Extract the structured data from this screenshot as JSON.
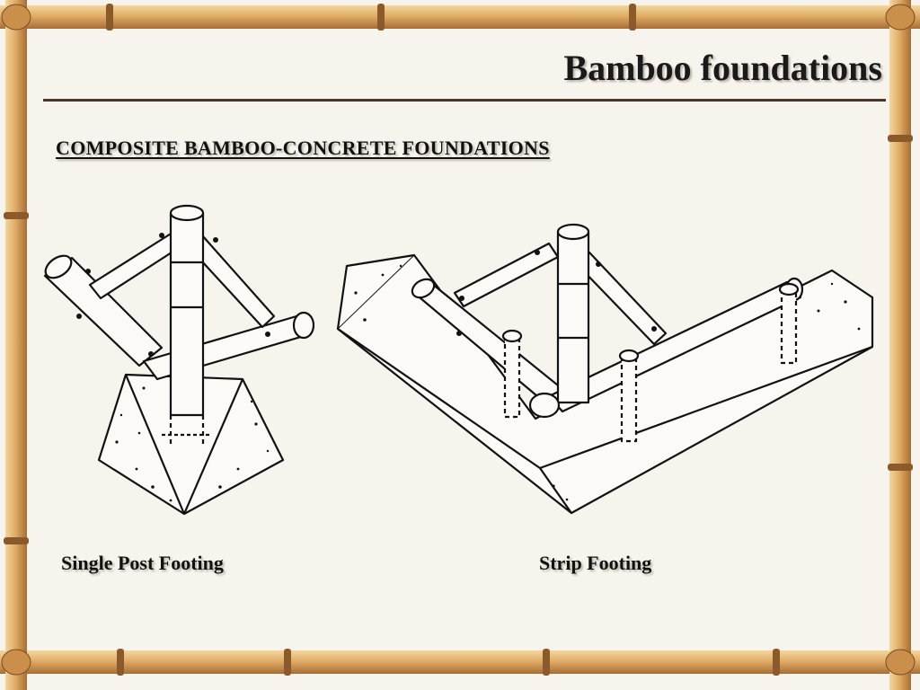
{
  "slide": {
    "title": "Bamboo foundations",
    "subtitle": "COMPOSITE BAMBOO-CONCRETE FOUNDATIONS",
    "figures": [
      {
        "caption": "Single Post Footing",
        "icon": "single-post-footing-drawing"
      },
      {
        "caption": "Strip Footing",
        "icon": "strip-footing-drawing"
      }
    ]
  },
  "colors": {
    "background": "#f7f4ee",
    "bamboo": "#d9a35f",
    "bamboo_dark": "#8a5a2b",
    "rule": "#4a3526",
    "ink": "#111111"
  }
}
